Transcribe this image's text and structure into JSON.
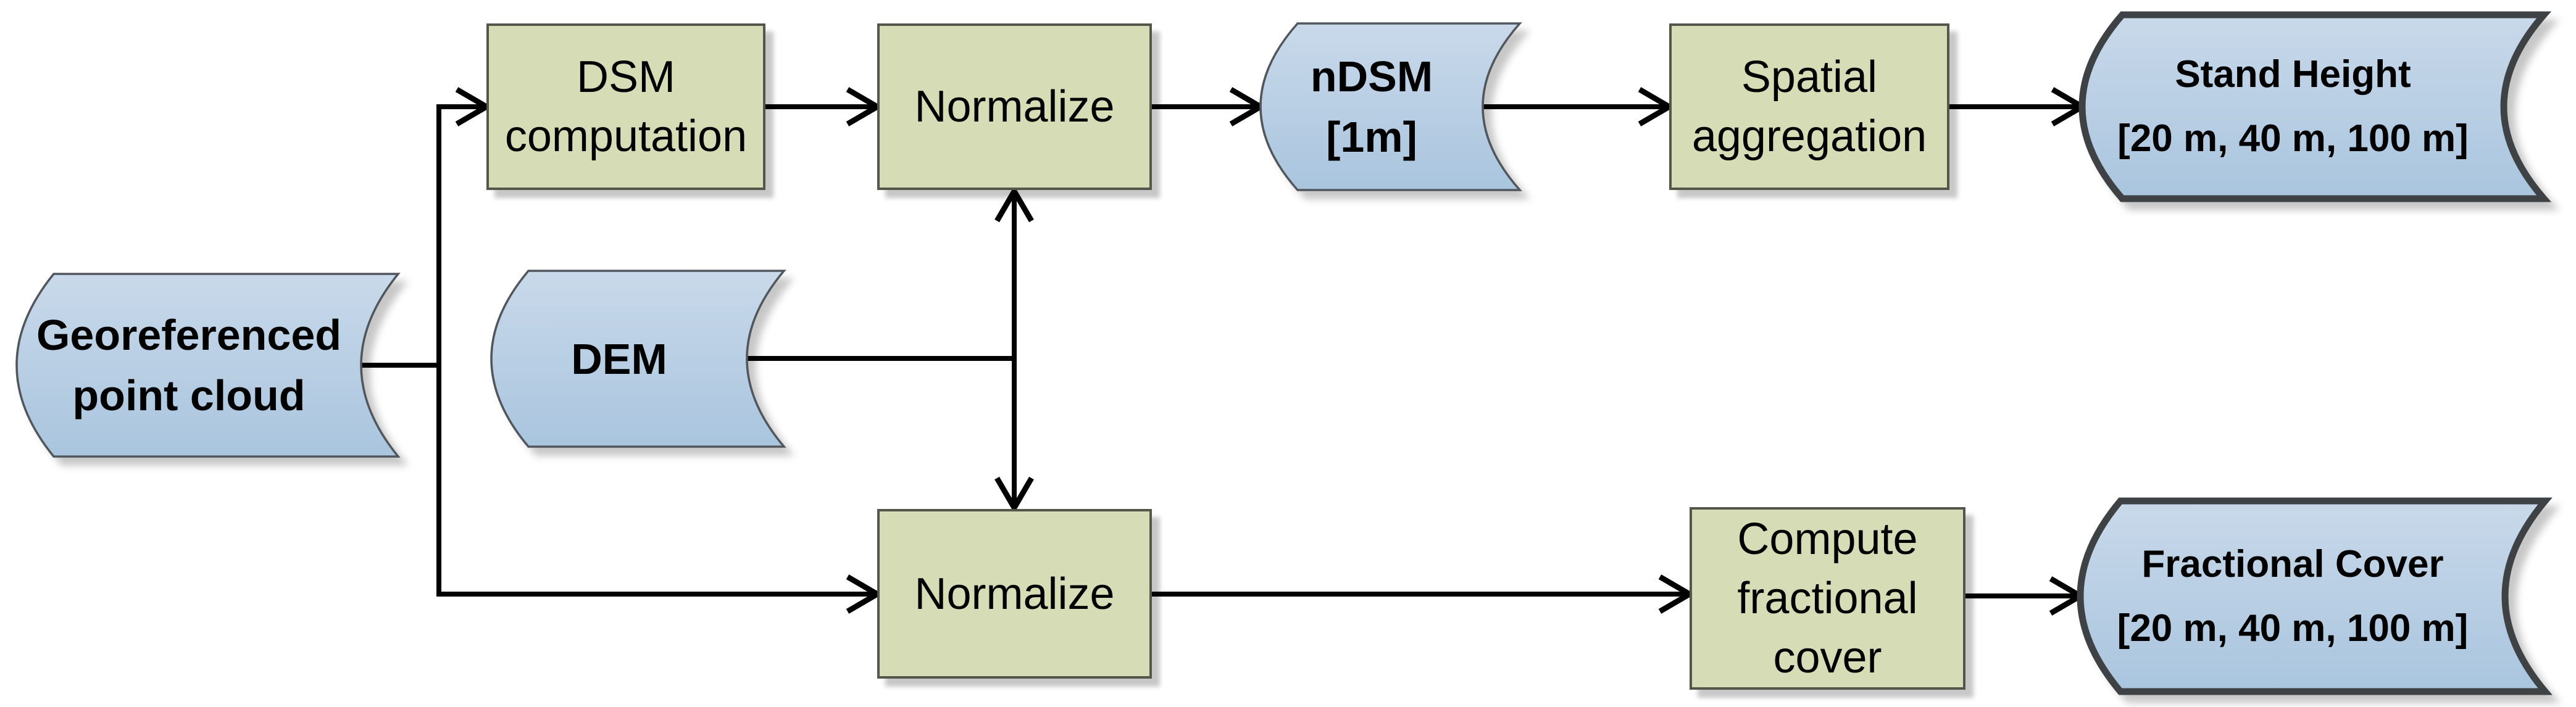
{
  "diagram": {
    "kind": "flowchart",
    "nodes": {
      "point_cloud": {
        "shape": "stored-data",
        "emphasis": "bold",
        "lines": [
          "Georeferenced",
          "point cloud"
        ]
      },
      "dsm_computation": {
        "shape": "process",
        "emphasis": "normal",
        "lines": [
          "DSM",
          "computation"
        ]
      },
      "normalize_top": {
        "shape": "process",
        "emphasis": "normal",
        "lines": [
          "Normalize"
        ]
      },
      "ndsm": {
        "shape": "stored-data",
        "emphasis": "bold",
        "lines": [
          "nDSM",
          "[1m]"
        ]
      },
      "spatial_aggregation": {
        "shape": "process",
        "emphasis": "normal",
        "lines": [
          "Spatial",
          "aggregation"
        ]
      },
      "stand_height": {
        "shape": "stored-data-output",
        "emphasis": "bold",
        "lines": [
          "Stand Height",
          "[20 m, 40 m, 100 m]"
        ]
      },
      "dem": {
        "shape": "stored-data",
        "emphasis": "bold",
        "lines": [
          "DEM"
        ]
      },
      "normalize_bottom": {
        "shape": "process",
        "emphasis": "normal",
        "lines": [
          "Normalize"
        ]
      },
      "compute_fractional_cover": {
        "shape": "process",
        "emphasis": "normal",
        "lines": [
          "Compute",
          "fractional",
          "cover"
        ]
      },
      "fractional_cover": {
        "shape": "stored-data-output",
        "emphasis": "bold",
        "lines": [
          "Fractional Cover",
          "[20 m, 40 m, 100 m]"
        ]
      }
    },
    "edges": [
      {
        "from": "point_cloud",
        "to": "dsm_computation"
      },
      {
        "from": "point_cloud",
        "to": "normalize_bottom"
      },
      {
        "from": "dsm_computation",
        "to": "normalize_top"
      },
      {
        "from": "normalize_top",
        "to": "ndsm"
      },
      {
        "from": "ndsm",
        "to": "spatial_aggregation"
      },
      {
        "from": "spatial_aggregation",
        "to": "stand_height"
      },
      {
        "from": "dem",
        "to": "normalize_top"
      },
      {
        "from": "dem",
        "to": "normalize_bottom"
      },
      {
        "from": "normalize_bottom",
        "to": "compute_fractional_cover"
      },
      {
        "from": "compute_fractional_cover",
        "to": "fractional_cover"
      }
    ],
    "colors": {
      "process_fill": "#d6dcb5",
      "process_border": "#54564a",
      "data_fill_top": "#c9d9ea",
      "data_fill_bottom": "#a9c5de",
      "data_border": "#51565c",
      "output_border": "#3f4245",
      "connector": "#000000",
      "text": "#000000",
      "background": "#ffffff"
    }
  }
}
